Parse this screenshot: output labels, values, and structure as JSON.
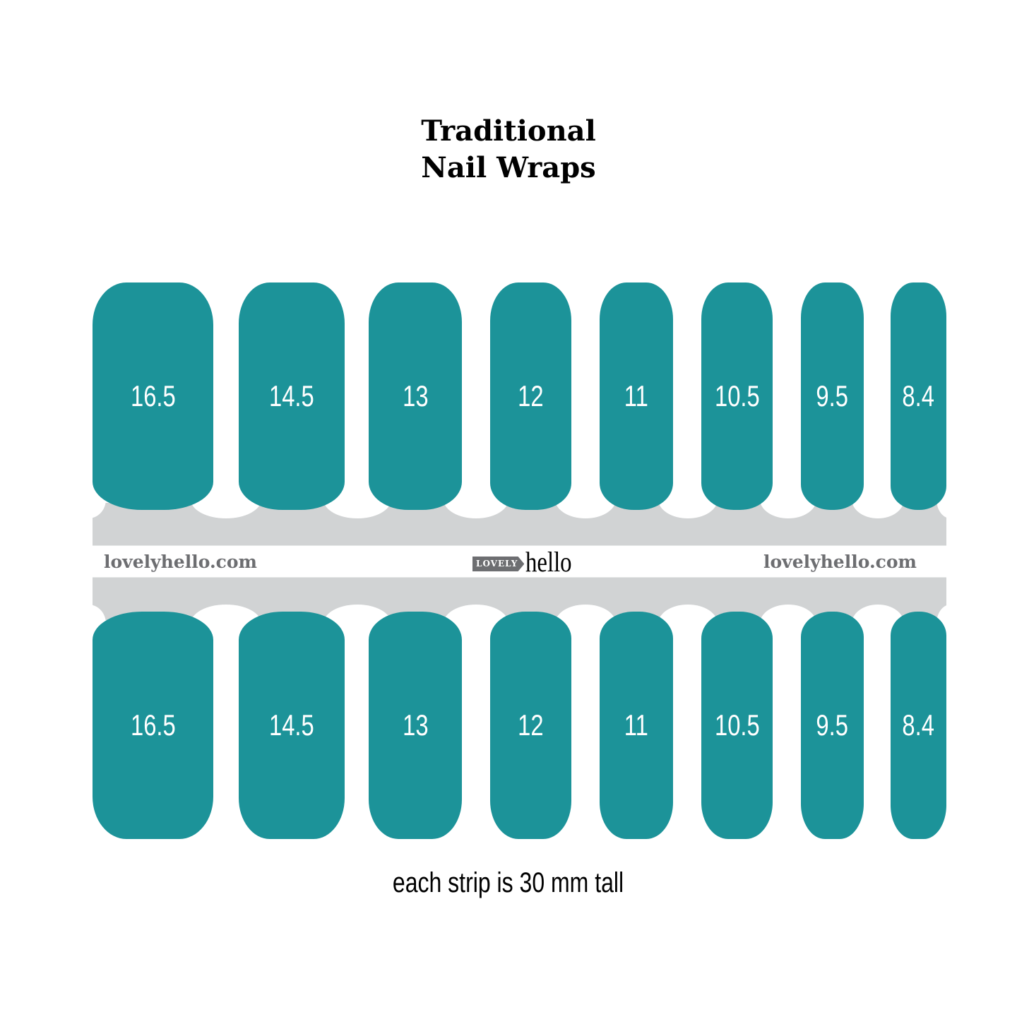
{
  "title": {
    "line1": "Traditional",
    "line2": "Nail Wraps"
  },
  "colors": {
    "nail": "#1c9399",
    "band_gray": "#d1d3d4",
    "site_text": "#6d6e71",
    "background": "#ffffff"
  },
  "top_row": {
    "nails": [
      {
        "label": "16.5"
      },
      {
        "label": "14.5"
      },
      {
        "label": "13"
      },
      {
        "label": "12"
      },
      {
        "label": "11"
      },
      {
        "label": "10.5"
      },
      {
        "label": "9.5"
      },
      {
        "label": "8.4"
      }
    ]
  },
  "bottom_row": {
    "nails": [
      {
        "label": "16.5"
      },
      {
        "label": "14.5"
      },
      {
        "label": "13"
      },
      {
        "label": "12"
      },
      {
        "label": "11"
      },
      {
        "label": "10.5"
      },
      {
        "label": "9.5"
      },
      {
        "label": "8.4"
      }
    ]
  },
  "band": {
    "left_text": "lovelyhello.com",
    "right_text": "lovelyhello.com",
    "logo_tag": "LOVELY",
    "logo_word": "hello"
  },
  "caption": "each strip is 30 mm tall"
}
